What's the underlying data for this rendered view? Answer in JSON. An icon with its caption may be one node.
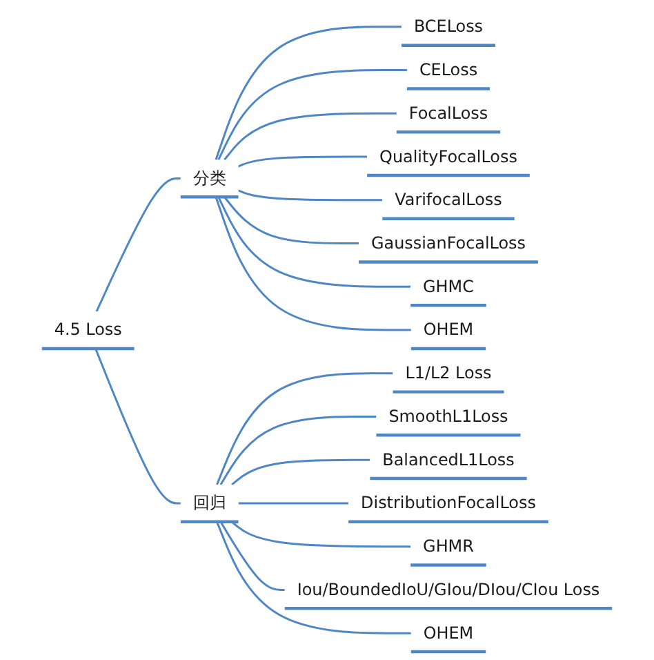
{
  "diagram": {
    "nodes": [
      {
        "text": [
          "4.5 Loss"
        ]
      },
      {
        "text": [
          "分类"
        ]
      },
      {
        "text": [
          "BCELoss"
        ]
      },
      {
        "text": [
          "CELoss"
        ]
      },
      {
        "text": [
          "FocalLoss"
        ]
      },
      {
        "text": [
          "QualityFocalLoss"
        ]
      },
      {
        "text": [
          "VarifocalLoss"
        ]
      },
      {
        "text": [
          "GaussianFocalLoss"
        ]
      },
      {
        "text": [
          "GHMC"
        ]
      },
      {
        "text": [
          "OHEM"
        ]
      },
      {
        "text": [
          "回归"
        ]
      },
      {
        "text": [
          "L1/L2 Loss"
        ]
      },
      {
        "text": [
          "SmoothL1Loss"
        ]
      },
      {
        "text": [
          "BalancedL1Loss"
        ]
      },
      {
        "text": [
          "DistributionFocalLoss"
        ]
      },
      {
        "text": [
          "GHMR"
        ]
      },
      {
        "text": [
          "Iou/BoundedIoU/GIou/DIou/CIou Loss"
        ]
      },
      {
        "text": [
          "OHEM"
        ]
      }
    ],
    "edges": [
      {
        "from": 0,
        "to": 1,
        "arrow": "none"
      },
      {
        "from": 1,
        "to": 2,
        "arrow": "none"
      },
      {
        "from": 1,
        "to": 3,
        "arrow": "none"
      },
      {
        "from": 1,
        "to": 4,
        "arrow": "none"
      },
      {
        "from": 1,
        "to": 5,
        "arrow": "none"
      },
      {
        "from": 1,
        "to": 6,
        "arrow": "none"
      },
      {
        "from": 1,
        "to": 7,
        "arrow": "none"
      },
      {
        "from": 1,
        "to": 8,
        "arrow": "none"
      },
      {
        "from": 1,
        "to": 9,
        "arrow": "none"
      },
      {
        "from": 0,
        "to": 10,
        "arrow": "none"
      },
      {
        "from": 10,
        "to": 11,
        "arrow": "none"
      },
      {
        "from": 10,
        "to": 12,
        "arrow": "none"
      },
      {
        "from": 10,
        "to": 13,
        "arrow": "none"
      },
      {
        "from": 10,
        "to": 14,
        "arrow": "none"
      },
      {
        "from": 10,
        "to": 15,
        "arrow": "none"
      },
      {
        "from": 10,
        "to": 16,
        "arrow": "none"
      },
      {
        "from": 10,
        "to": 17,
        "arrow": "none"
      }
    ]
  }
}
